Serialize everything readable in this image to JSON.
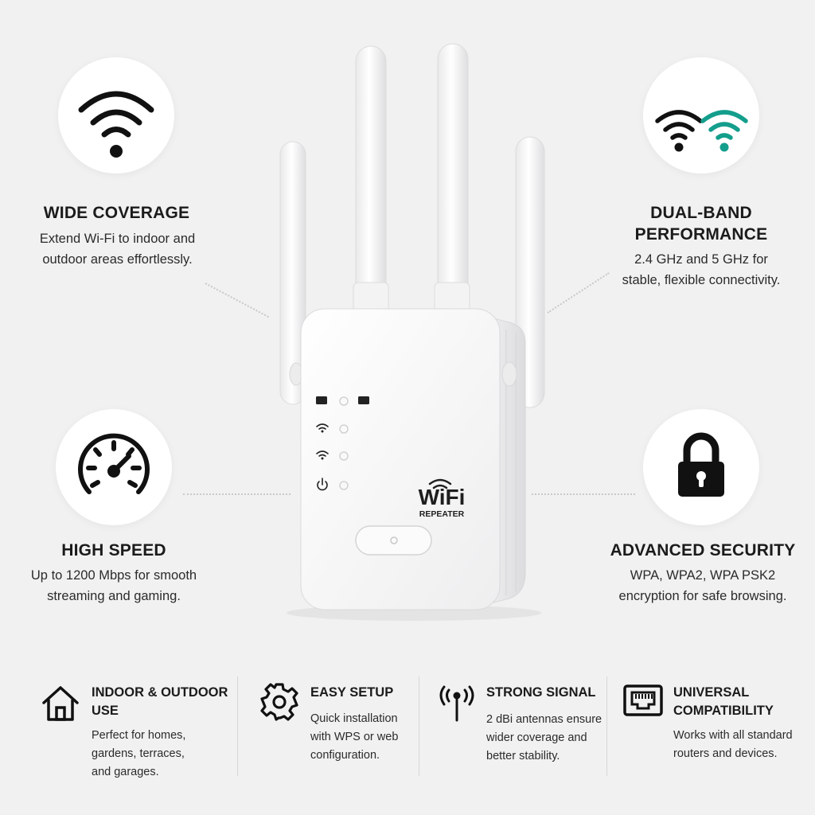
{
  "features": {
    "wide_coverage": {
      "title": "WIDE COVERAGE",
      "desc_line1": "Extend Wi-Fi to indoor and",
      "desc_line2": "outdoor areas effortlessly.",
      "icon": "wifi-icon"
    },
    "dual_band": {
      "title_line1": "DUAL-BAND",
      "title_line2": "PERFORMANCE",
      "desc_line1": "2.4 GHz and 5 GHz for",
      "desc_line2": "stable, flexible connectivity.",
      "icon": "dual-wifi-icon",
      "accent": "#149e8c"
    },
    "high_speed": {
      "title": "HIGH SPEED",
      "desc_line1": "Up to 1200 Mbps for smooth",
      "desc_line2": "streaming and gaming.",
      "icon": "speedometer-icon"
    },
    "advanced_security": {
      "title": "ADVANCED SECURITY",
      "desc_line1": "WPA, WPA2, WPA PSK2",
      "desc_line2": "encryption for safe browsing.",
      "icon": "padlock-icon"
    }
  },
  "device": {
    "brand_line1": "WiFi",
    "brand_line2": "REPEATER"
  },
  "bottom": [
    {
      "title_line1": "INDOOR & OUTDOOR",
      "title_line2": "USE",
      "desc": [
        "Perfect for homes,",
        "gardens, terraces,",
        "and garages."
      ],
      "icon": "house-icon"
    },
    {
      "title_line1": "EASY SETUP",
      "title_line2": "",
      "desc": [
        "Quick installation",
        "with WPS or web",
        "configuration."
      ],
      "icon": "gear-icon"
    },
    {
      "title_line1": "STRONG SIGNAL",
      "title_line2": "",
      "desc": [
        "2 dBi antennas ensure",
        "wider coverage and",
        "better stability."
      ],
      "icon": "antenna-icon"
    },
    {
      "title_line1": "UNIVERSAL",
      "title_line2": "COMPATIBILITY",
      "desc": [
        "Works with all standard",
        "routers and devices."
      ],
      "icon": "ethernet-port-icon"
    }
  ]
}
